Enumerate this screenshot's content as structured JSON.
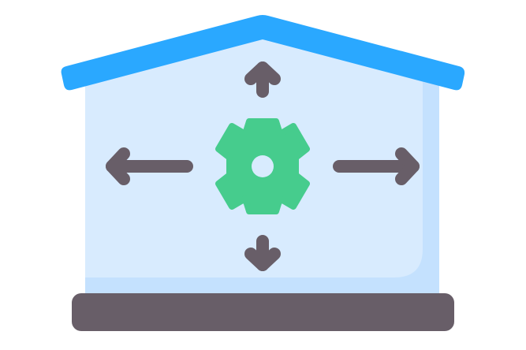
{
  "icon": {
    "name": "warehouse-expansion-icon",
    "parts": [
      "house-roof",
      "house-wall",
      "gear-icon",
      "arrow-up-icon",
      "arrow-down-icon",
      "arrow-left-icon",
      "arrow-right-icon",
      "floor-base"
    ]
  },
  "colors": {
    "roof": "#2aa8ff",
    "wall": "#d8ebfe",
    "wall_shade": "#c4e1fe",
    "gear": "#46cc8d",
    "gear_hole": "#d8ebfe",
    "arrow": "#685e68",
    "base": "#685e68",
    "background": "#ffffff"
  }
}
